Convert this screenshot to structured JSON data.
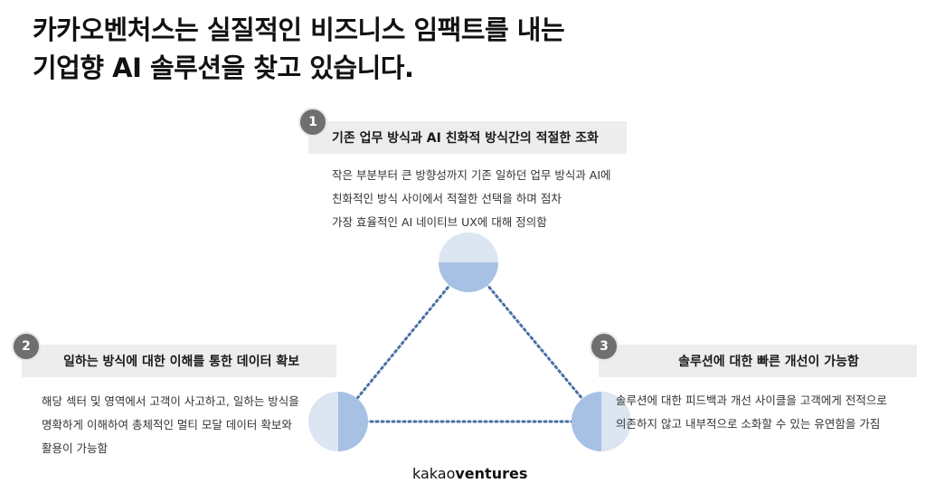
{
  "headline": {
    "line1": "카카오벤처스는 실질적인 비즈니스 임팩트를 내는",
    "line2": "기업향 AI 솔루션을 찾고 있습니다."
  },
  "items": [
    {
      "number": "1",
      "title": "기존 업무 방식과 AI 친화적 방식간의 적절한 조화",
      "lines": [
        "작은 부분부터 큰 방향성까지 기존 일하던 업무 방식과 AI에",
        "친화적인 방식 사이에서 적절한 선택을 하며 점차",
        "가장 효율적인 AI 네이티브 UX에 대해 정의함"
      ]
    },
    {
      "number": "2",
      "title": "일하는 방식에 대한 이해를 통한 데이터 확보",
      "lines": [
        "해당 섹터 및 영역에서 고객이 사고하고, 일하는 방식을",
        "명확하게 이해하여 총체적인 멀티 모달 데이터 확보와",
        "활용이 가능함"
      ]
    },
    {
      "number": "3",
      "title": "솔루션에 대한 빠른 개선이 가능함",
      "lines": [
        "솔루션에 대한 피드백과 개선 사이클을 고객에게 전적으로",
        "의존하지 않고 내부적으로 소화할 수 있는 유연함을 가짐"
      ]
    }
  ],
  "logo": {
    "part1": "kakao",
    "part2": "ventures"
  },
  "colors": {
    "circle_light": "#dce6f2",
    "circle_dark": "#a6c1e3",
    "dotted_line": "#4a6fa5",
    "badge": "#6f6f6f",
    "label_bg": "#ededed"
  }
}
